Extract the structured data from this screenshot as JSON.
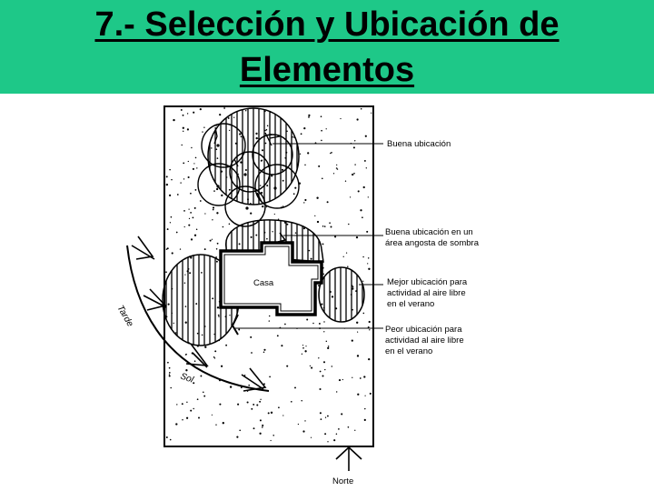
{
  "title": {
    "line1": "7.- Selección y Ubicación de",
    "line2": "Elementos"
  },
  "diagram": {
    "house_label": "Casa",
    "labels": {
      "buena_ubicacion": "Buena ubicación",
      "buena_angosta_1": "Buena ubicación en un",
      "buena_angosta_2": "área angosta de sombra",
      "mejor_1": "Mejor ubicación para",
      "mejor_2": "actividad al aire libre",
      "mejor_3": "en el verano",
      "peor_1": "Peor ubicación para",
      "peor_2": "actividad al aire libre",
      "peor_3": "en el verano",
      "tarde": "Tarde",
      "sol": "Sol",
      "norte": "Norte"
    }
  }
}
